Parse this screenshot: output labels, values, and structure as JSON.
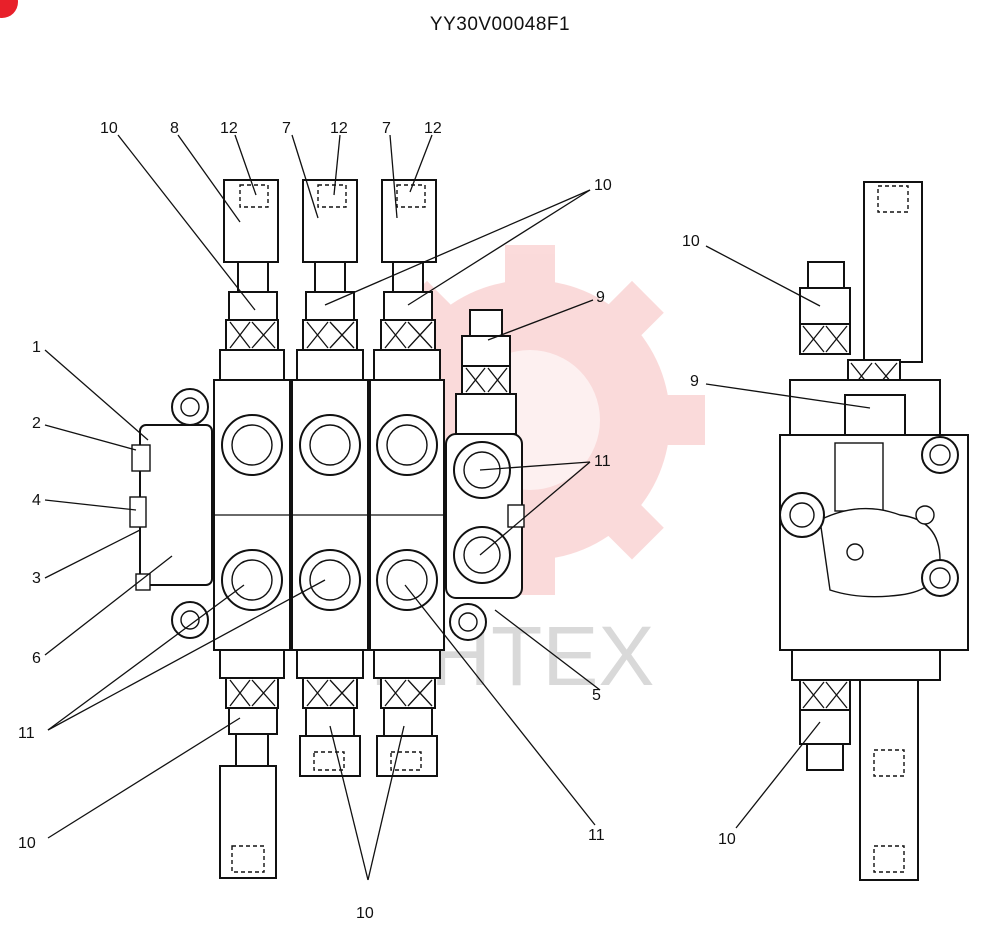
{
  "title": "YY30V00048F1",
  "watermark": {
    "text": "ИНТЕХ",
    "color": "#e83a3a"
  },
  "colors": {
    "ink": "#111111",
    "accent": "#e8202a"
  },
  "callouts": {
    "c1": "1",
    "c2": "2",
    "c3": "3",
    "c4": "4",
    "c5": "5",
    "c6": "6",
    "c8": "8",
    "c7a": "7",
    "c7b": "7",
    "c9a": "9",
    "c9b": "9",
    "c10_top_left": "10",
    "c10_top_right": "10",
    "c10_bottom_left": "10",
    "c10_bottom_center": "10",
    "c10_side_top": "10",
    "c10_side_bottom": "10",
    "c11_right": "11",
    "c11_left": "11",
    "c11_bottom": "11",
    "c12a": "12",
    "c12b": "12",
    "c12c": "12"
  }
}
